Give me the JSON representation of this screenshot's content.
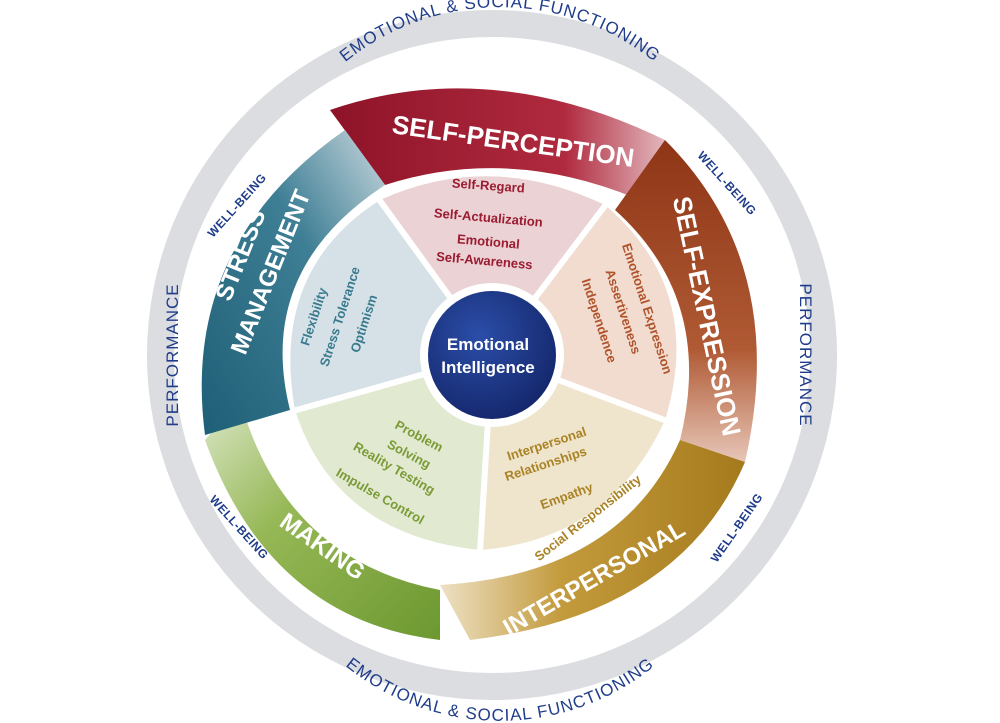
{
  "center": {
    "line1": "Emotional",
    "line2": "Intelligence"
  },
  "outer_ring": {
    "top_label": "EMOTIONAL & SOCIAL FUNCTIONING",
    "bottom_label": "EMOTIONAL & SOCIAL FUNCTIONING",
    "left_label": "PERFORMANCE",
    "right_label": "PERFORMANCE",
    "wellbeing_label": "WELL-BEING",
    "text_color": "#1f3d8a",
    "ring_color": "#dcdde0"
  },
  "composites": {
    "self_perception": {
      "title": "SELF-PERCEPTION",
      "color": "#9b1b30",
      "subscales": [
        "Self-Regard",
        "Self-Actualization",
        "Emotional",
        "Self-Awareness"
      ]
    },
    "self_expression": {
      "title": "SELF-EXPRESSION",
      "color": "#a3492a",
      "subscales": [
        "Emotional Expression",
        "Assertiveness",
        "Independence"
      ]
    },
    "interpersonal": {
      "title": "INTERPERSONAL",
      "color": "#b8902c",
      "subscales": [
        "Interpersonal",
        "Relationships",
        "Empathy",
        "Social Responsibility"
      ]
    },
    "decision_making": {
      "title_line1": "DECISION",
      "title_line2": "MAKING",
      "color": "#7fa33a",
      "subscales": [
        "Problem",
        "Solving",
        "Reality Testing",
        "Impulse Control"
      ]
    },
    "stress_management": {
      "title_line1": "STRESS",
      "title_line2": "MANAGEMENT",
      "color": "#2f6f85",
      "subscales": [
        "Flexibility",
        "Stress Tolerance",
        "Optimism"
      ]
    }
  }
}
